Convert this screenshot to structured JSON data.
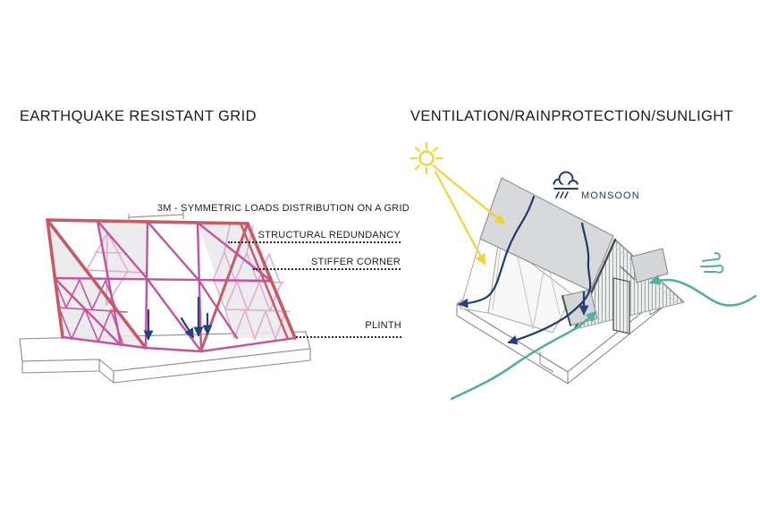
{
  "page": {
    "background": "#ffffff"
  },
  "left_panel": {
    "title": "EARTHQUAKE RESISTANT GRID",
    "annotations": {
      "grid_note": "3M - SYMMETRIC LOADS DISTRIBUTION ON A GRID",
      "structural_redundancy": "STRUCTURAL REDUNDANCY",
      "stiffer_corner": "STIFFER CORNER",
      "plinth": "PLINTH"
    },
    "colors": {
      "frame": "#c75a66",
      "grid": "#c253a0",
      "back_grid": "#ddaace",
      "load_arrows": "#24407e",
      "panel_fill": "#ebebed"
    }
  },
  "right_panel": {
    "title": "VENTILATION/RAINPROTECTION/SUNLIGHT",
    "labels": {
      "monsoon": "MONSOON"
    },
    "icons": [
      {
        "name": "sun-icon",
        "color": "#f2d23b"
      },
      {
        "name": "rain-cloud-icon",
        "color": "#1e3a6e"
      },
      {
        "name": "wind-icon",
        "color": "#56ada1"
      }
    ],
    "colors": {
      "sunlight": "#f2d23b",
      "rain": "#1e3a6e",
      "wind": "#56ada1",
      "roof": "#d7d9db"
    }
  }
}
